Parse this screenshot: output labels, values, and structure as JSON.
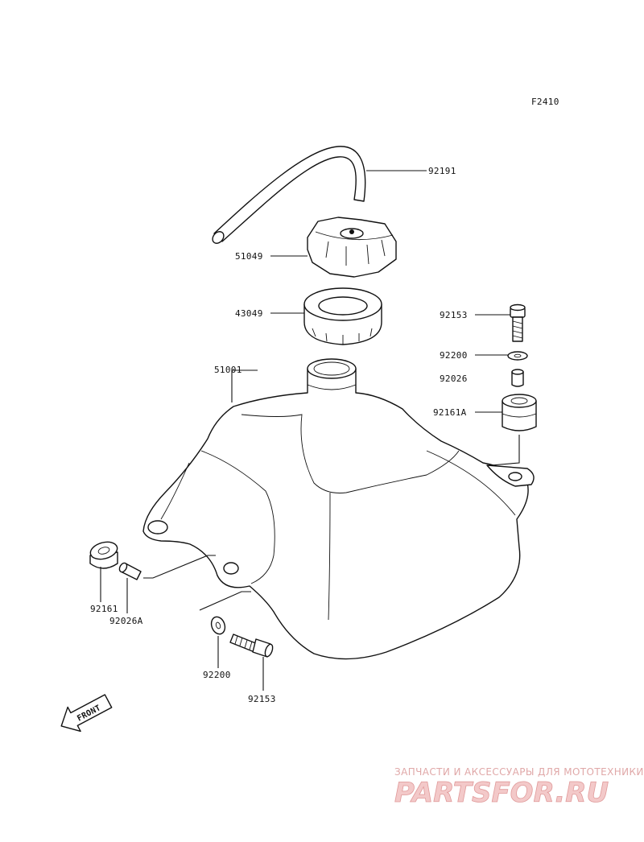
{
  "diagram": {
    "figure_code": "F2410",
    "parts": [
      {
        "number": "92191"
      },
      {
        "number": "51049"
      },
      {
        "number": "43049"
      },
      {
        "number": "51001"
      },
      {
        "number": "92153"
      },
      {
        "number": "92200"
      },
      {
        "number": "92026"
      },
      {
        "number": "92161A"
      },
      {
        "number": "92161"
      },
      {
        "number": "92026A"
      },
      {
        "number": "92200"
      },
      {
        "number": "92153"
      }
    ],
    "front_marker": "FRONT"
  },
  "watermark": {
    "tagline": "ЗАПЧАСТИ И АКСЕССУАРЫ ДЛЯ МОТОТЕХНИКИ",
    "logo": "PARTSFOR.RU",
    "colors": {
      "tagline": "#e0a8a8",
      "logo_fill": "#f3c9c9",
      "logo_stroke": "#e09a9a"
    }
  }
}
